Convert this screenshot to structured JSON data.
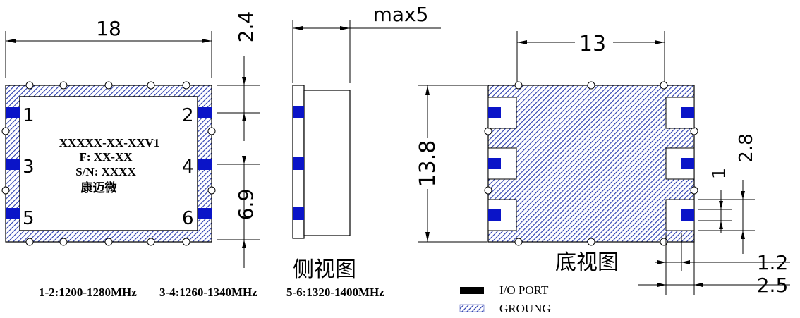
{
  "colors": {
    "pad": "#0a14c8",
    "ground_hatch": "#2a3db0",
    "outline": "#000000"
  },
  "top_view": {
    "width_dim": "18",
    "height_dim_top": "2.4",
    "height_dim_mid": "6.9",
    "pins": [
      "1",
      "2",
      "3",
      "4",
      "5",
      "6"
    ],
    "label_part": "XXXXX-XX-XXV1",
    "label_freq": "F: XX-XX",
    "label_sn": "S/N: XXXX",
    "label_maker": "康迈微"
  },
  "side_view": {
    "height_dim": "max5",
    "caption": "侧视图"
  },
  "bottom_view": {
    "width_dim": "13",
    "height_dim": "13.8",
    "dim_pad_pitch": "2.8",
    "dim_pad_width": "1",
    "dim_pad_height": "1.2",
    "dim_pad_offset": "2.5",
    "caption": "底视图"
  },
  "freq_ranges": [
    "1-2:1200-1280MHz",
    "3-4:1260-1340MHz",
    "5-6:1320-1400MHz"
  ],
  "legend": {
    "io_port": "I/O  PORT",
    "ground": "GROUNG"
  }
}
